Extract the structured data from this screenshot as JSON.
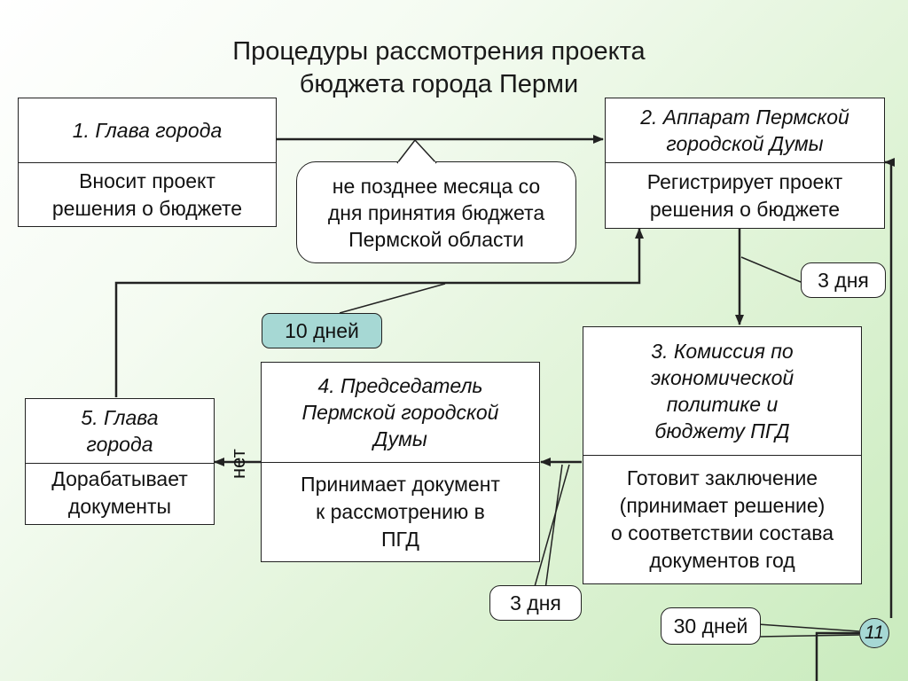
{
  "title": {
    "line1": "Процедуры рассмотрения проекта",
    "line2": "бюджета города Перми"
  },
  "boxes": [
    {
      "head": "1. Глава города",
      "body": [
        "Вносит проект",
        "решения о бюджете"
      ]
    },
    {
      "head": [
        "2. Аппарат Пермской",
        "городской Думы"
      ],
      "body": [
        "Регистрирует проект",
        "решения о бюджете"
      ]
    },
    {
      "head": [
        "3. Комиссия по",
        "экономической",
        "политике и",
        "бюджету ПГД"
      ],
      "body": [
        "Готовит заключение",
        "(принимает решение)",
        "о соответствии состава",
        "документов год"
      ]
    },
    {
      "head": [
        "4. Председатель",
        "Пермской городской",
        "Думы"
      ],
      "body": [
        "Принимает документ",
        "к рассмотрению в",
        "ПГД"
      ]
    },
    {
      "head": [
        "5. Глава",
        "города"
      ],
      "body": [
        "Дорабатывает",
        "документы"
      ]
    }
  ],
  "callouts": {
    "deadline": [
      "не позднее месяца со",
      "дня принятия бюджета",
      "Пермской области"
    ],
    "days3_top": "3 дня",
    "days10": "10 дней",
    "days3_bottom": "3 дня",
    "days30": "30 дней"
  },
  "label_no": "нет",
  "step_number": "11",
  "colors": {
    "teal": "#a6d8d4",
    "line": "#222222"
  }
}
